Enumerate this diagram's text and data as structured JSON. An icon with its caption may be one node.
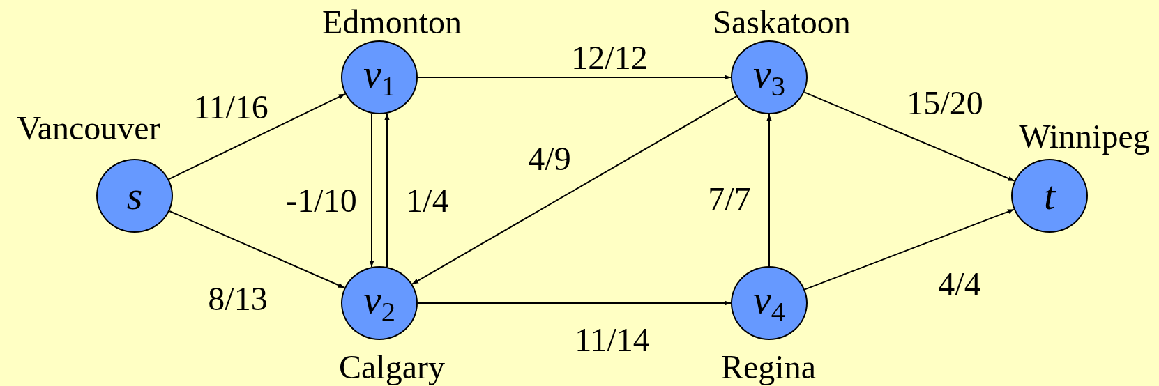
{
  "diagram": {
    "nodes": [
      {
        "text": [
          "s"
        ],
        "beside": [
          "Vancouver"
        ]
      },
      {
        "text": [
          "v$_{1}$"
        ],
        "beside": [
          "Edmonton"
        ]
      },
      {
        "text": [
          "v$_{2}$"
        ],
        "beside": [
          "Calgary"
        ]
      },
      {
        "text": [
          "v$_{3}$"
        ],
        "beside": [
          "Saskatoon"
        ]
      },
      {
        "text": [
          "v$_{4}$"
        ],
        "beside": [
          "Regina"
        ]
      },
      {
        "text": [
          "t"
        ],
        "beside": [
          "Winnipeg"
        ]
      }
    ],
    "edges": [
      {
        "from": 0,
        "to": 1,
        "arrow": "to",
        "label": "11/16"
      },
      {
        "from": 0,
        "to": 2,
        "arrow": "to",
        "label": "8/13"
      },
      {
        "from": 1,
        "to": 3,
        "arrow": "to",
        "label": "12/12"
      },
      {
        "from": 1,
        "to": 2,
        "arrow": "to",
        "label": "-1/10"
      },
      {
        "from": 2,
        "to": 1,
        "arrow": "to",
        "label": "1/4"
      },
      {
        "from": 3,
        "to": 2,
        "arrow": "to",
        "label": "4/9"
      },
      {
        "from": 2,
        "to": 4,
        "arrow": "to",
        "label": "11/14"
      },
      {
        "from": 4,
        "to": 3,
        "arrow": "to",
        "label": "7/7"
      },
      {
        "from": 3,
        "to": 5,
        "arrow": "to",
        "label": "15/20"
      },
      {
        "from": 4,
        "to": 5,
        "arrow": "to",
        "label": "4/4"
      }
    ]
  }
}
